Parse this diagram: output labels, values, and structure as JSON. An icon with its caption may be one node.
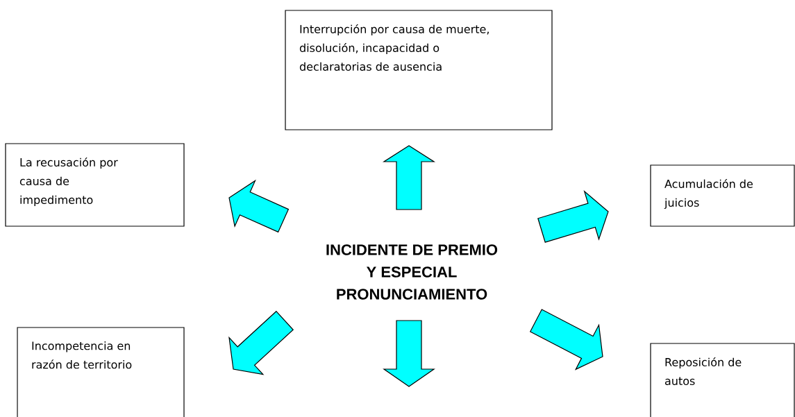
{
  "diagram": {
    "nodes": [
      {
        "text": [
          "INCIDENTE DE PREMIO Y ESPECIAL PRONUNCIAMIENTO"
        ]
      },
      {
        "text": [
          "Interrupción por causa de muerte, disolución, incapacidad o declaratorias de ausencia"
        ]
      },
      {
        "text": [
          "La recusación por causa de impedimento"
        ]
      },
      {
        "text": [
          "Acumulación de juicios"
        ]
      },
      {
        "text": [
          "Incompetencia en razón de territorio"
        ]
      },
      {
        "text": [
          "Reposición de autos"
        ]
      }
    ],
    "edges": [
      {
        "from": 0,
        "to": 1,
        "arrow": "to"
      },
      {
        "from": 0,
        "to": 2,
        "arrow": "to"
      },
      {
        "from": 0,
        "to": 3,
        "arrow": "to"
      },
      {
        "from": 0,
        "to": 4,
        "arrow": "to"
      },
      {
        "from": 0,
        "to": null,
        "arrow": "to"
      },
      {
        "from": 0,
        "to": 5,
        "arrow": "to"
      }
    ]
  }
}
